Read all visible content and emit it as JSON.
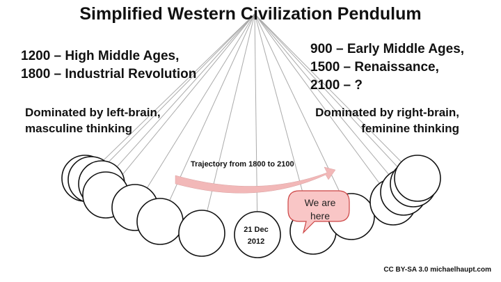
{
  "title": "Simplified Western Civilization Pendulum",
  "left": {
    "eras": [
      "1200 – High Middle Ages,",
      "1800 – Industrial Revolution"
    ],
    "dominance": [
      "Dominated by left-brain,",
      "masculine thinking"
    ]
  },
  "right": {
    "eras": [
      "900 – Early Middle Ages,",
      "1500 – Renaissance,",
      "2100 – ?"
    ],
    "dominance": [
      "Dominated by right-brain,",
      "feminine thinking"
    ]
  },
  "trajectory_label": "Trajectory from 1800 to 2100",
  "center_date": [
    "21 Dec",
    "2012"
  ],
  "callout": [
    "We are",
    "here"
  ],
  "credit": "CC BY-SA 3.0 michaelhaupt.com",
  "colors": {
    "arrow": "#f2b8b8",
    "callout_fill": "#f9c6c6",
    "callout_stroke": "#c44",
    "lines": "#aaaaaa"
  }
}
